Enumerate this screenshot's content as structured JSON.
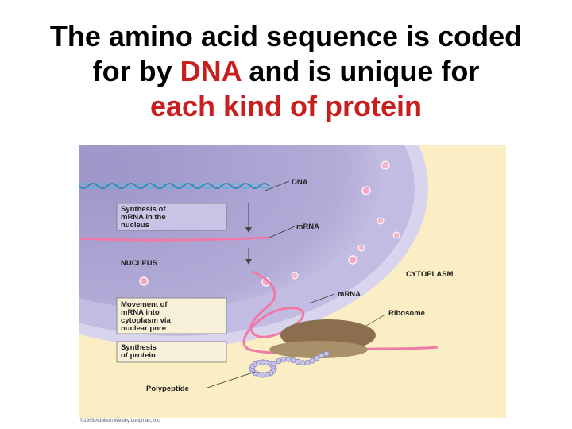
{
  "title": {
    "line1": "The amino acid sequence is coded",
    "line2_pre": "for by ",
    "line2_highlight": "DNA",
    "line2_post": " and is unique for",
    "line3": "each kind of protein"
  },
  "figure": {
    "labels": {
      "dna": "DNA",
      "mrna_nucleus": "mRNA",
      "nucleus": "NUCLEUS",
      "cytoplasm": "CYTOPLASM",
      "mrna_cytoplasm": "mRNA",
      "ribosome": "Ribosome",
      "polypeptide": "Polypeptide"
    },
    "steps": [
      {
        "lines": [
          "Synthesis of",
          "mRNA in the",
          "nucleus"
        ]
      },
      {
        "lines": [
          "Movement of",
          "mRNA into",
          "cytoplasm via",
          "nuclear pore"
        ]
      },
      {
        "lines": [
          "Synthesis",
          "of protein"
        ]
      }
    ],
    "credit": "©1999 Addison Wesley Longman, Inc."
  },
  "colors": {
    "highlight": "#c81e1e",
    "cytoplasm_bg": "#fbeec4",
    "nucleus_fill": "#a59ccd",
    "envelope": "#c3bce2",
    "mrna": "#f07aa6",
    "dna": "#6fc3e6",
    "ribosome": "#8a6e4e",
    "polypeptide": "#c7c3e8"
  }
}
